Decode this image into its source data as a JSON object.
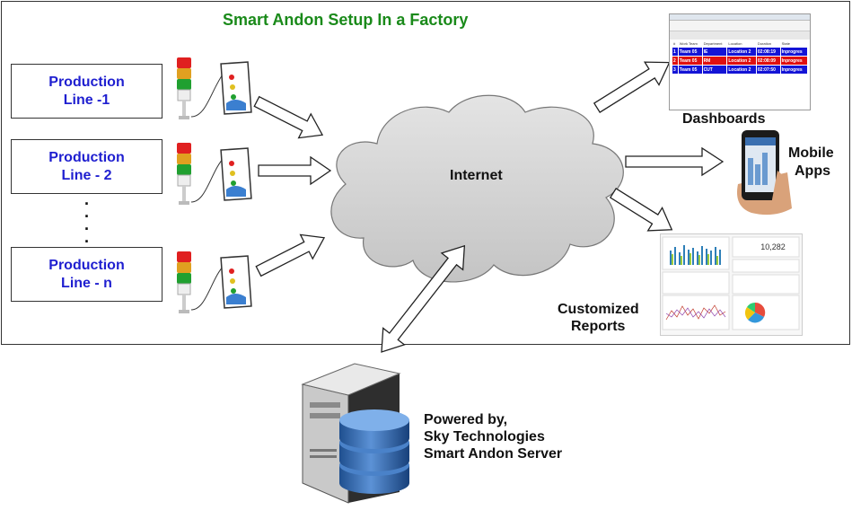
{
  "title": "Smart Andon Setup In a Factory",
  "production_lines": [
    {
      "line1": "Production",
      "line2": "Line -1"
    },
    {
      "line1": "Production",
      "line2": "Line - 2"
    },
    {
      "line1": "Production",
      "line2": "Line - n"
    }
  ],
  "ellipsis": ".\n.\n.\n.",
  "cloud_label": "Internet",
  "outputs": {
    "dashboards": "Dashboards",
    "mobile_apps_1": "Mobile",
    "mobile_apps_2": "Apps",
    "reports_1": "Customized",
    "reports_2": "Reports"
  },
  "server": {
    "line1": "Powered by,",
    "line2": "Sky Technologies",
    "line3": "Smart Andon Server"
  },
  "dashboard_table": {
    "headers": [
      "#",
      "Work Team",
      "Department",
      "Location",
      "Duration",
      "State"
    ],
    "rows": [
      {
        "cells": [
          "1",
          "Team 05",
          "IE",
          "Location 2",
          "02:08:19",
          "Inprogres"
        ],
        "color": "#1414d6"
      },
      {
        "cells": [
          "2",
          "Team 05",
          "RM",
          "Location 2",
          "02:08:09",
          "Inprogres"
        ],
        "color": "#e01010"
      },
      {
        "cells": [
          "3",
          "Team 05",
          "CUT",
          "Location 2",
          "02:07:50",
          "Inprogres"
        ],
        "color": "#1414d6"
      }
    ]
  },
  "report_stat": "10,282",
  "colors": {
    "title": "#1a8a1a",
    "line_text": "#1f1fd0",
    "cloud": "#d2d2d2"
  }
}
